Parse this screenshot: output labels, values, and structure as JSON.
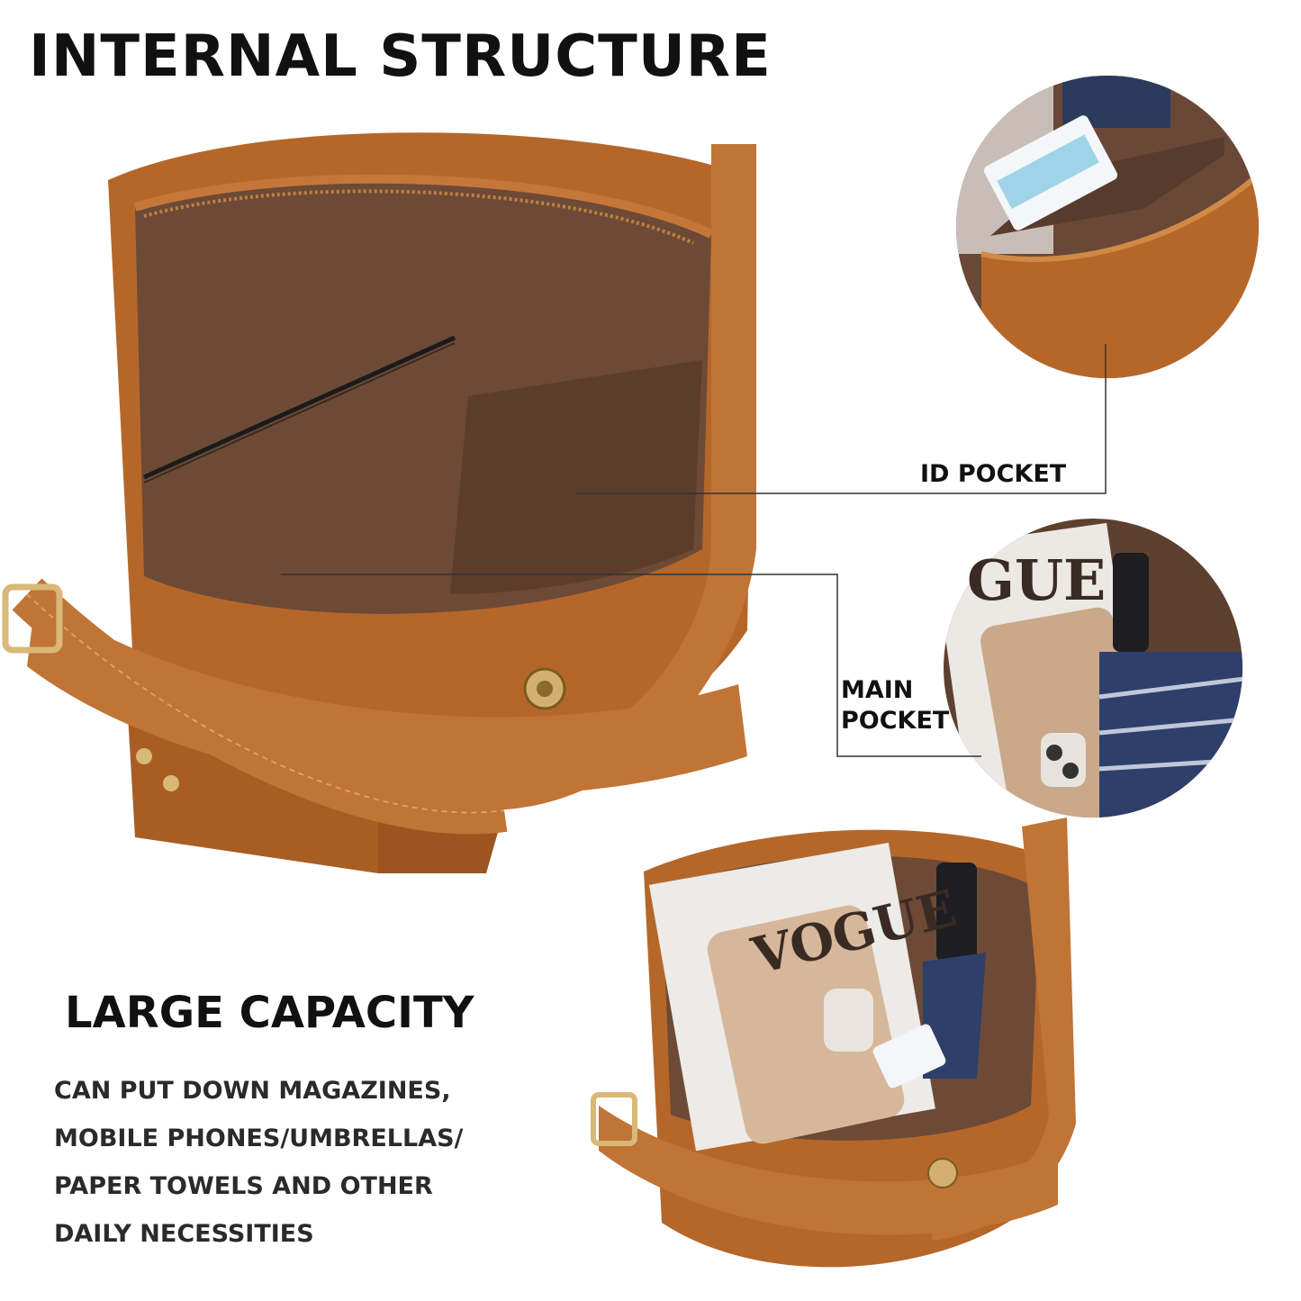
{
  "title": "INTERNAL STRUCTURE",
  "callouts": {
    "id_pocket": "ID POCKET",
    "main_pocket": [
      "MAIN",
      "POCKET"
    ]
  },
  "capacity": {
    "heading": "LARGE CAPACITY",
    "lines": [
      "CAN PUT DOWN MAGAZINES,",
      "MOBILE PHONES/UMBRELLAS/",
      "PAPER TOWELS AND OTHER",
      "DAILY NECESSITIES"
    ]
  },
  "photos": {
    "magazine_cover_text": "VOGUE",
    "magazine_cover_text_zoom": "GUE"
  },
  "colors": {
    "leather": "#b5672a",
    "leather_dark": "#8a4719",
    "leather_light": "#d08a45",
    "lining": "#6d4a36",
    "lining_dark": "#4e3222",
    "leader_line": "#333333",
    "text": "#111111"
  }
}
